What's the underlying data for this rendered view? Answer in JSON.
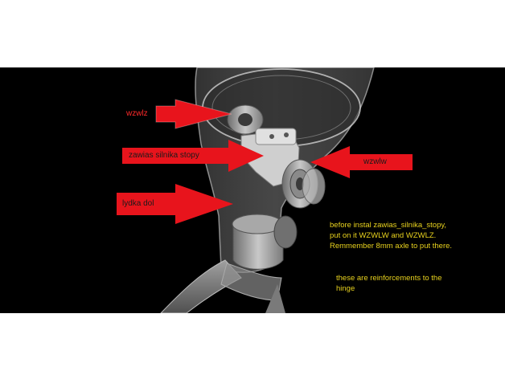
{
  "colors": {
    "background": "#000000",
    "page": "#ffffff",
    "arrow": "#e8141c",
    "label_text": "#ff2a2a",
    "note_text": "#e8d21e",
    "model": "#9a9a9a"
  },
  "labels": {
    "wzwlz": "wzwlz",
    "zawias": "zawias silnika stopy",
    "wzwlw": "wzwlw",
    "lydka": "lydka dol"
  },
  "notes": {
    "note1_line1": "before instal zawias_silnika_stopy,",
    "note1_line2": "put on it WZWLW and WZWLZ.",
    "note1_line3": "Remmember 8mm axle to put there.",
    "note2_line1": "these are reinforcements to the",
    "note2_line2": "hinge"
  }
}
